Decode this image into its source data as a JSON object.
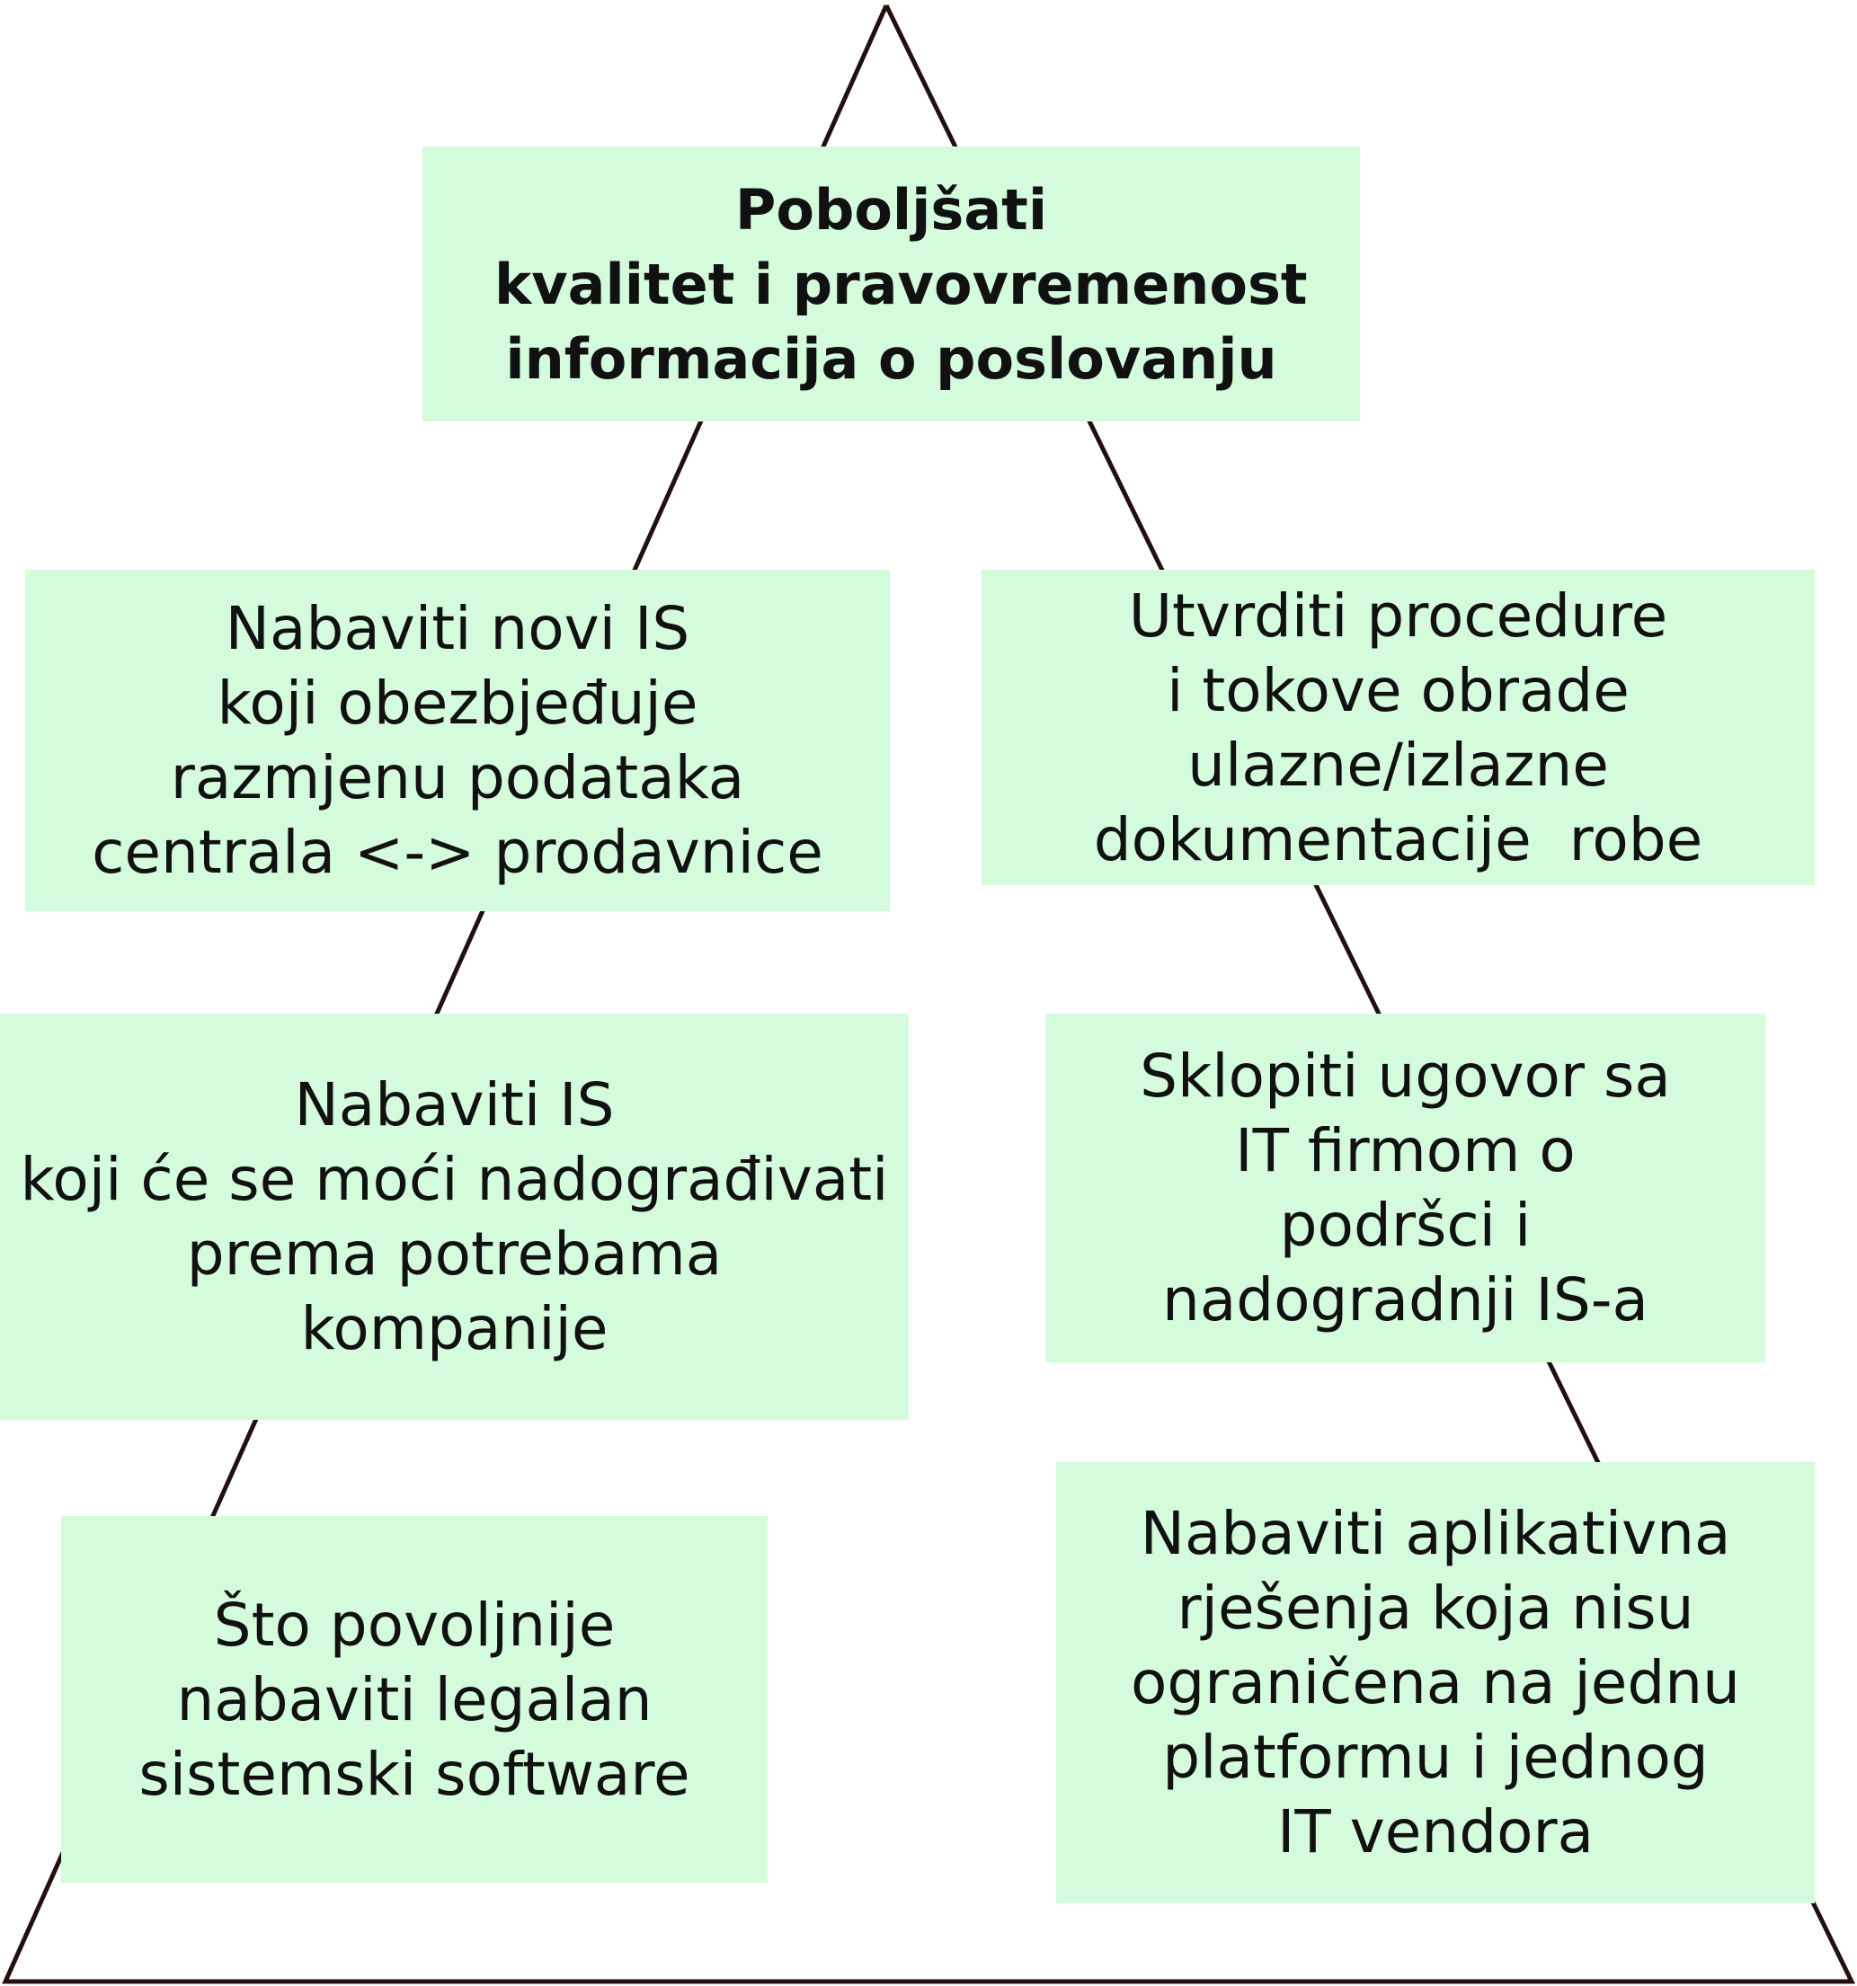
{
  "diagram": {
    "line_color": "#230f0f",
    "box_color": "#d4fcdc",
    "top_goal": {
      "lines": [
        "Poboljšati",
        " kvalitet i pravovremenost",
        "informacija o poslovanju"
      ]
    },
    "left_branch": [
      {
        "lines": [
          "Nabaviti novi IS",
          "koji obezbjeđuje",
          "razmjenu podataka",
          "centrala <-> prodavnice"
        ]
      },
      {
        "lines": [
          "Nabaviti IS",
          "koji će se moći nadograđivati",
          "prema potrebama",
          "kompanije"
        ]
      },
      {
        "lines": [
          "Što povoljnije",
          "nabaviti legalan",
          "sistemski software"
        ]
      }
    ],
    "right_branch": [
      {
        "lines": [
          "Utvrditi procedure",
          "i tokove obrade",
          "ulazne/izlazne",
          "dokumentacije  robe"
        ]
      },
      {
        "lines": [
          "Sklopiti ugovor sa",
          "IT firmom o",
          "podršci i",
          "nadogradnji IS-a"
        ]
      },
      {
        "lines": [
          "Nabaviti aplikativna",
          "rješenja koja nisu",
          "ograničena na jednu",
          "platformu i jednog",
          "IT vendora"
        ]
      }
    ]
  }
}
